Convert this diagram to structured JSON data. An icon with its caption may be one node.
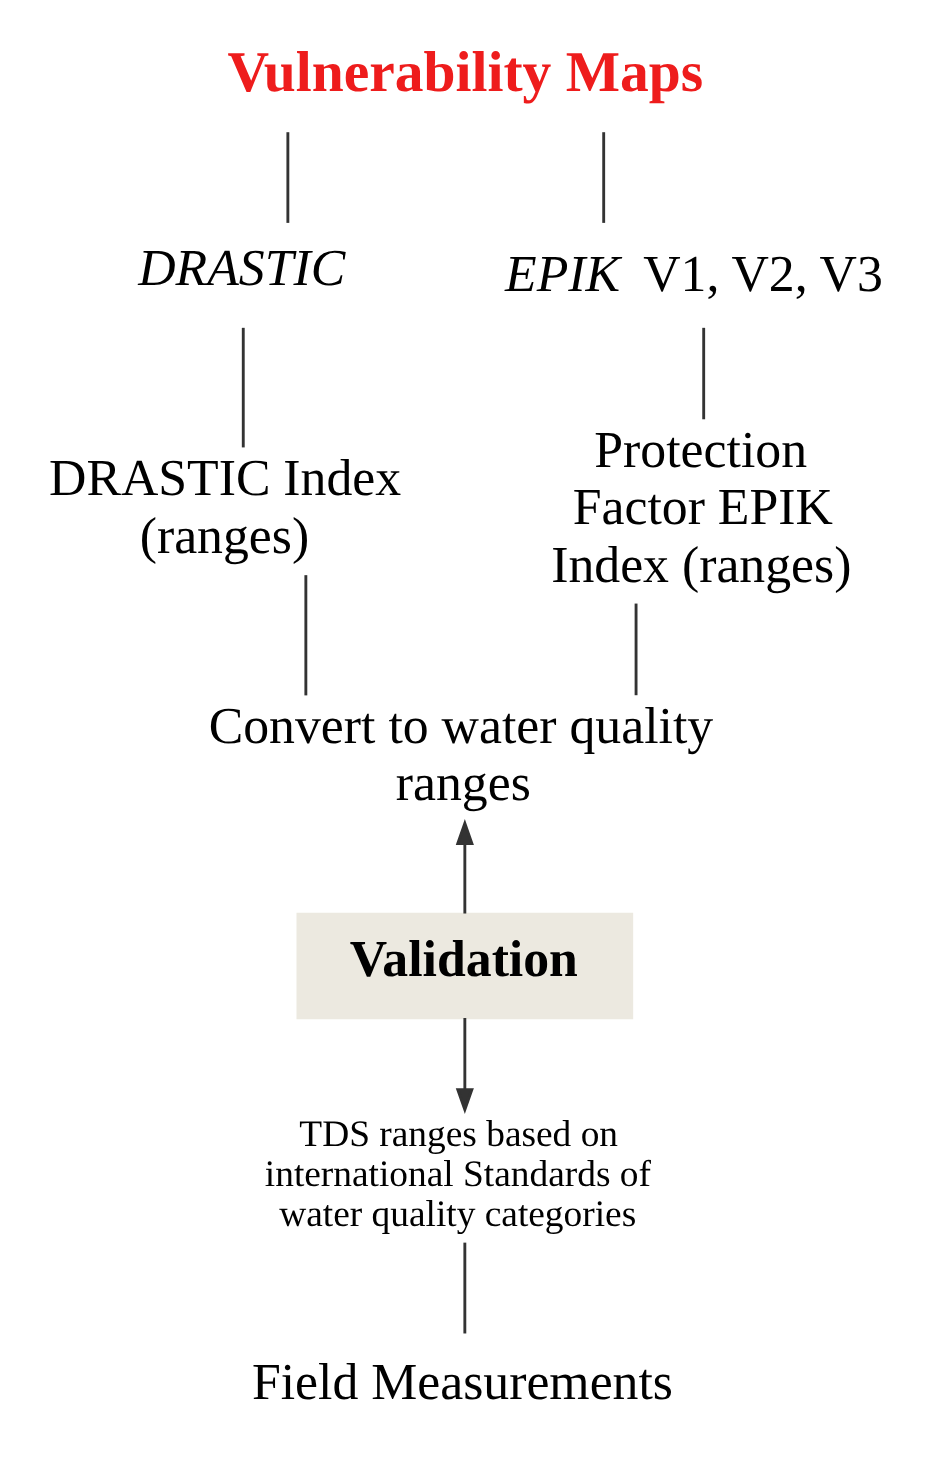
{
  "diagram": {
    "nodes": [
      {
        "text": [
          "Vulnerability Maps"
        ]
      },
      {
        "text": [
          "DRASTIC"
        ]
      },
      {
        "text": [
          "*EPIK* V1, V2, V3"
        ]
      },
      {
        "text": [
          "DRASTIC Index (ranges)"
        ]
      },
      {
        "text": [
          "Protection Factor EPIK Index (ranges)"
        ]
      },
      {
        "text": [
          "Convert to water quality ranges"
        ]
      },
      {
        "text": [
          "Validation"
        ]
      },
      {
        "text": [
          "TDS ranges based on international Standards of water quality categories"
        ]
      },
      {
        "text": [
          "Field Measurements"
        ]
      }
    ],
    "edges": [
      {
        "from": 0,
        "to": 1,
        "arrow": "none"
      },
      {
        "from": 0,
        "to": 2,
        "arrow": "none"
      },
      {
        "from": 1,
        "to": 3,
        "arrow": "none"
      },
      {
        "from": 2,
        "to": 4,
        "arrow": "none"
      },
      {
        "from": 3,
        "to": 5,
        "arrow": "none"
      },
      {
        "from": 4,
        "to": 5,
        "arrow": "none"
      },
      {
        "from": 6,
        "to": 5,
        "arrow": "to"
      },
      {
        "from": 6,
        "to": 7,
        "arrow": "to"
      },
      {
        "from": 7,
        "to": 8,
        "arrow": "none"
      }
    ]
  }
}
